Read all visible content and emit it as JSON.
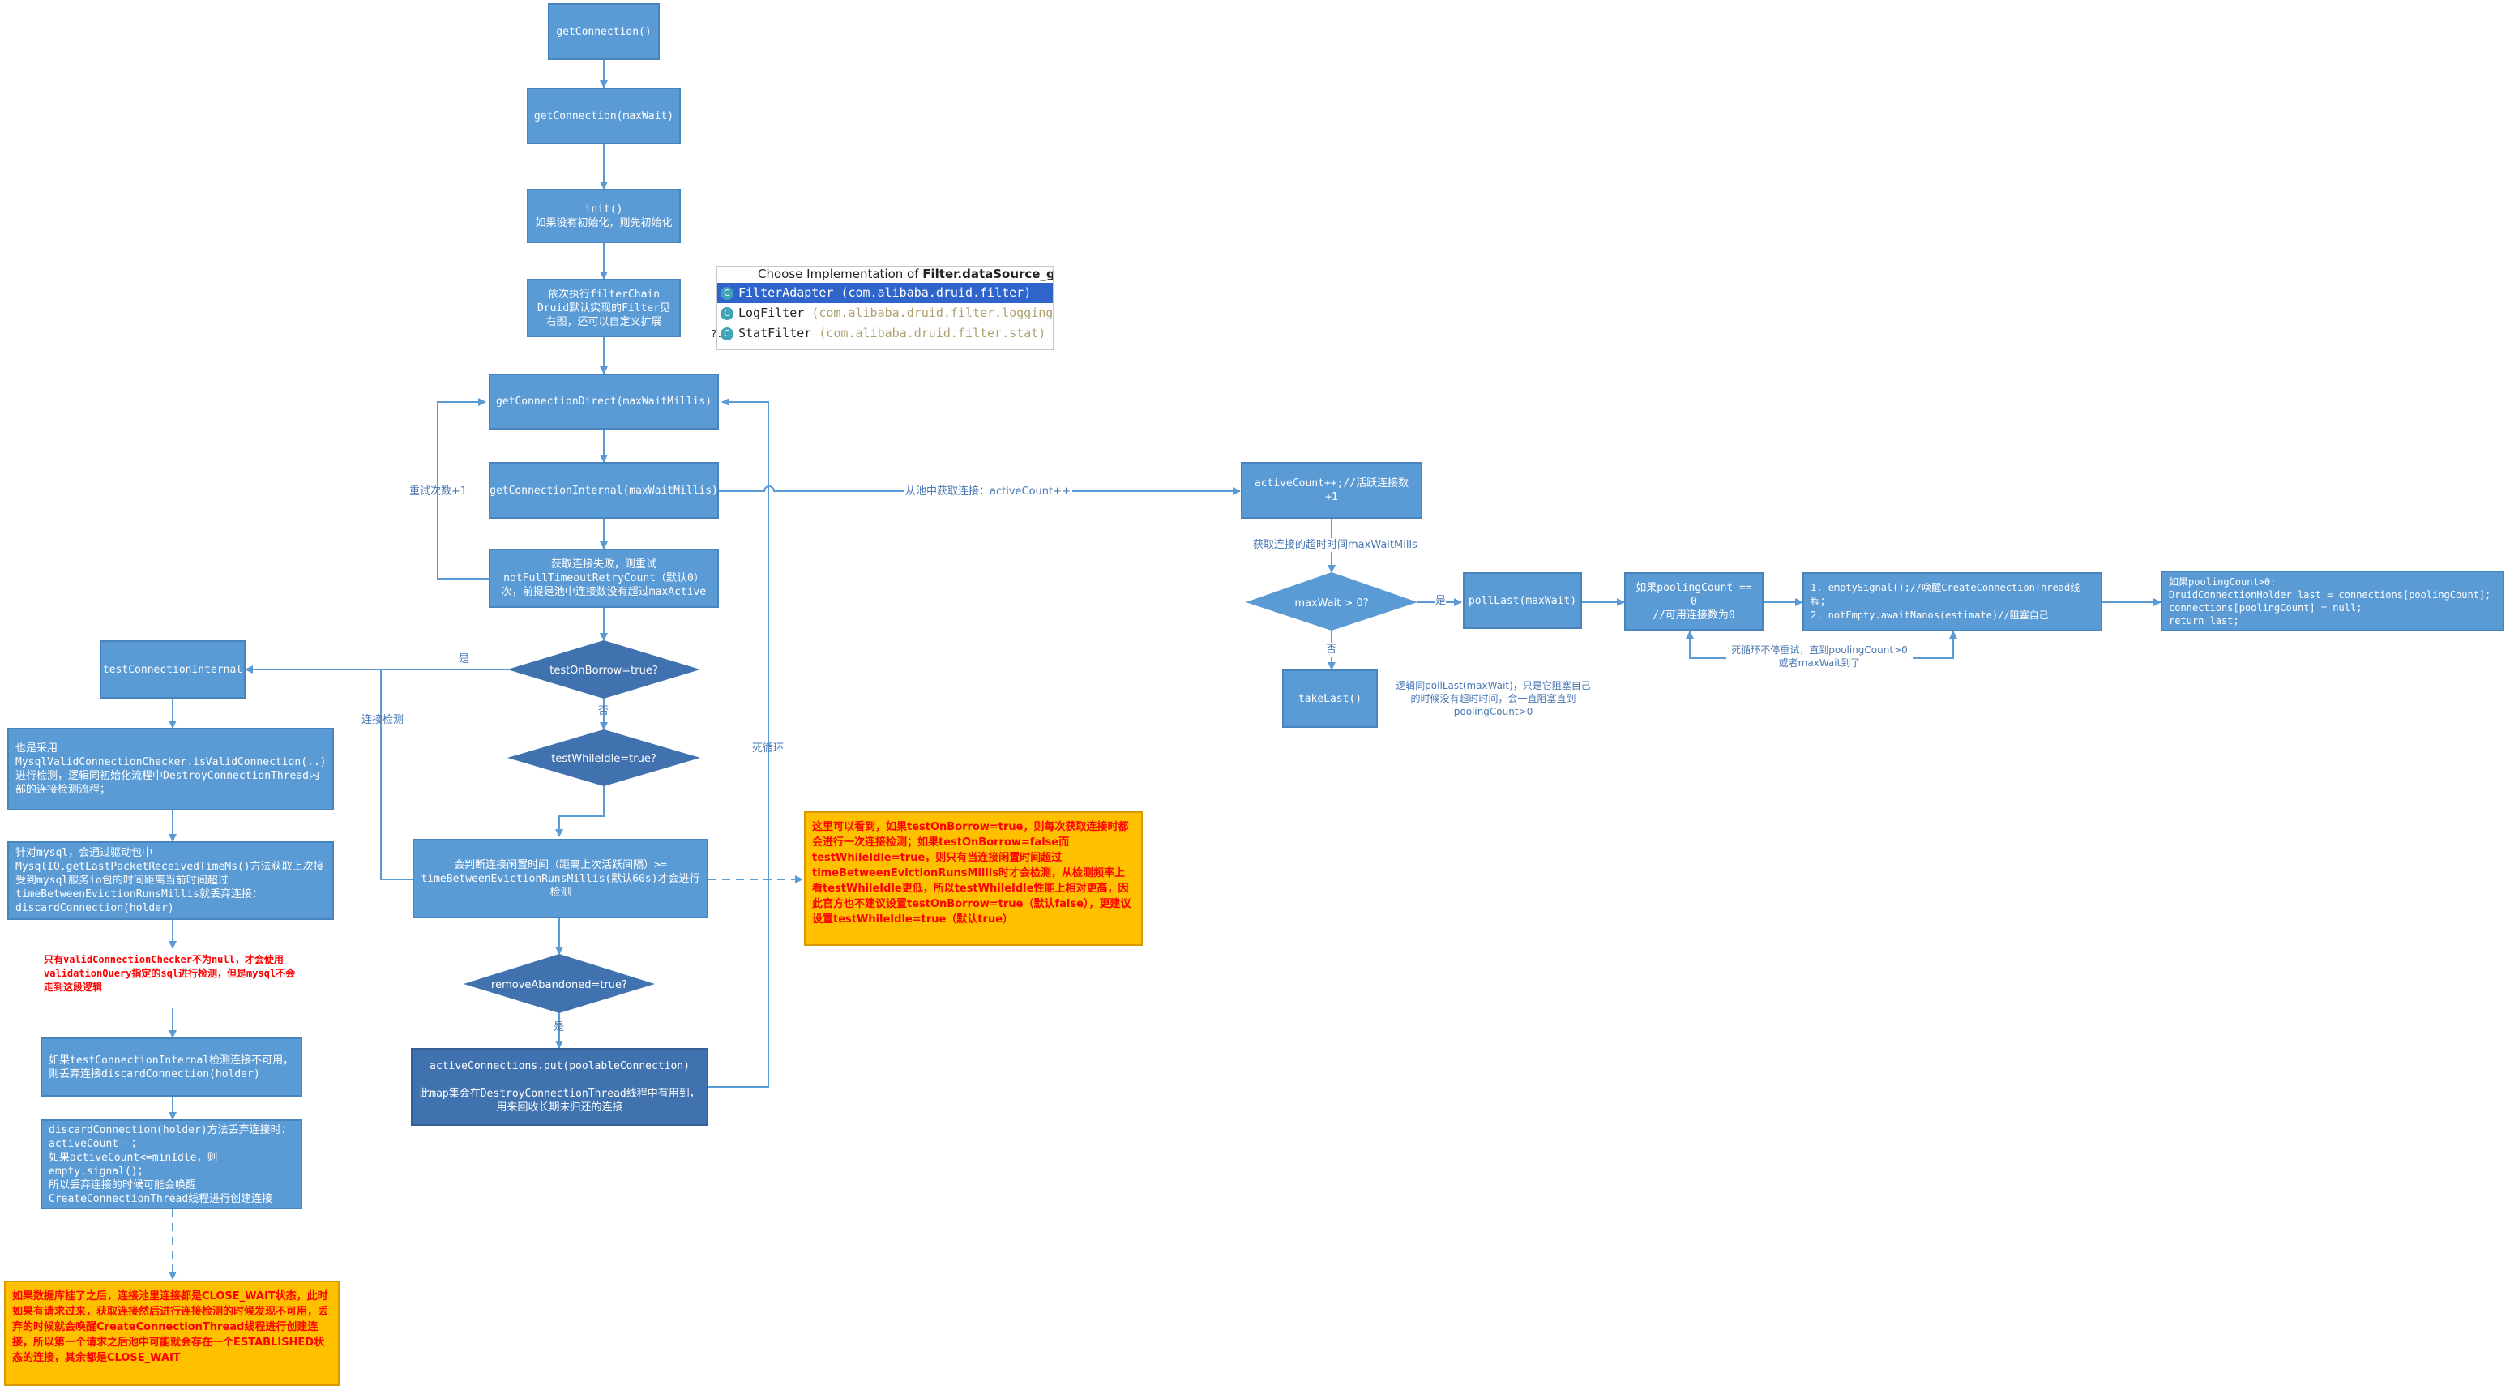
{
  "boxes": {
    "get_connection": "getConnection()",
    "get_connection_maxwait": "getConnection(maxWait)",
    "init": "init()\n如果没有初始化，则先初始化",
    "filter_chain": "依次执行filterChain\nDruid默认实现的Filter见右图，还可以自定义扩展",
    "get_connection_direct": "getConnectionDirect(maxWaitMillis)",
    "get_connection_internal": "getConnectionInternal(maxWaitMillis)",
    "fail_retry": "获取连接失败，则重试notFullTimeoutRetryCount（默认0）次，前提是池中连接数没有超过maxActive",
    "test_connection_internal": "testConnectionInternal",
    "mysql_checker": "也是采用MysqlValidConnectionChecker.isValidConnection(..)进行检测，逻辑同初始化流程中DestroyConnectionThread内部的连接检测流程；",
    "mysql_driver": "针对mysql，会通过驱动包中MysqlIO.getLastPacketReceivedTimeMs()方法获取上次接受到mysql服务io包的时间距离当前时间超过timeBetweenEvictionRunsMillis就丢弃连接：discardConnection(holder)",
    "discard_if_invalid": "如果testConnectionInternal检测连接不可用，则丢弃连接discardConnection(holder)",
    "discard_detail": "discardConnection(holder)方法丢弃连接时：\nactiveCount--；\n如果activeCount<=minIdle，则empty.signal()；\n所以丢弃连接的时候可能会唤醒CreateConnectionThread线程进行创建连接",
    "idle_check": "会判断连接闲置时间（距离上次活跃间隔）>= timeBetweenEvictionRunsMillis(默认60s)才会进行检测",
    "active_connections": "activeConnections.put(poolableConnection)\n\n此map集会在DestroyConnectionThread线程中有用到，用来回收长期未归还的连接",
    "active_count": "activeCount++;//活跃连接数+1",
    "poll_last": "pollLast(maxWait)",
    "take_last": "takeLast()",
    "pooling_count_zero": "如果poolingCount == 0\n//可用连接数为0",
    "empty_signal": "1. emptySignal();//唤醒CreateConnectionThread线程；\n2. notEmpty.awaitNanos(estimate)//阻塞自己",
    "return_last": "如果poolingCount>0:\nDruidConnectionHolder last = connections[poolingCount];\nconnections[poolingCount] = null;\nreturn last;"
  },
  "decisions": {
    "test_on_borrow": "testOnBorrow=true?",
    "test_while_idle": "testWhileIdle=true?",
    "remove_abandoned": "removeAbandoned=true?",
    "max_wait": "maxWait > 0?"
  },
  "notes": {
    "validation_query": "只有validConnectionChecker不为null，才会使用validationQuery指定的sql进行检测，但是mysql不会走到这段逻辑",
    "test_on_borrow_note": "这里可以看到，如果testOnBorrow=true，则每次获取连接时都会进行一次连接检测；如果testOnBorrow=false而testWhileIdle=true，则只有当连接闲置时间超过timeBetweenEvictionRunsMillis时才会检测，从检测频率上看testWhileIdle更低，所以testWhileIdle性能上相对更高，因此官方也不建议设置testOnBorrow=true（默认false），更建议设置testWhileIdle=true（默认true）",
    "close_wait": "如果数据库挂了之后，连接池里连接都是CLOSE_WAIT状态，此时如果有请求过来，获取连接然后进行连接检测的时候发现不可用，丢弃的时候就会唤醒CreateConnectionThread线程进行创建连接，所以第一个请求之后池中可能就会存在一个ESTABLISHED状态的连接，其余都是CLOSE_WAIT"
  },
  "labels": {
    "retry": "重试次数+1",
    "yes_borrow": "是",
    "no_borrow": "否",
    "connection_check": "连接检测",
    "dead_loop": "死循环",
    "yes_abandoned": "是",
    "from_pool": "从池中获取连接：activeCount++",
    "timeout": "获取连接的超时时间maxWaitMills",
    "yes_maxwait": "是",
    "no_maxwait": "否",
    "take_last_note": "逻辑同pollLast(maxWait)，只是它阻塞自己的时候没有超时时间，会一直阻塞直到poolingCount>0",
    "loop_retry": "死循环不停重试，直到poolingCount>0\n或者maxWait到了"
  },
  "popup": {
    "title_prefix": "Choose Implementation of ",
    "title_bold": "Filter.dataSource_getC",
    "items": [
      {
        "icon": "C",
        "name": "FilterAdapter",
        "package": "(com.alibaba.druid.filter)"
      },
      {
        "icon": "C",
        "name": "LogFilter",
        "package": "(com.alibaba.druid.filter.logging"
      },
      {
        "icon": "C",
        "name": "StatFilter",
        "package": "(com.alibaba.druid.filter.stat)"
      }
    ],
    "dots": "?."
  },
  "colors": {
    "box": "#5b9bd5",
    "box_dark": "#3f72af",
    "diamond": "#3f72af",
    "note": "#ffc000",
    "note_text": "#ff0000",
    "line": "#5b9bd5",
    "label": "#4a78b5"
  }
}
